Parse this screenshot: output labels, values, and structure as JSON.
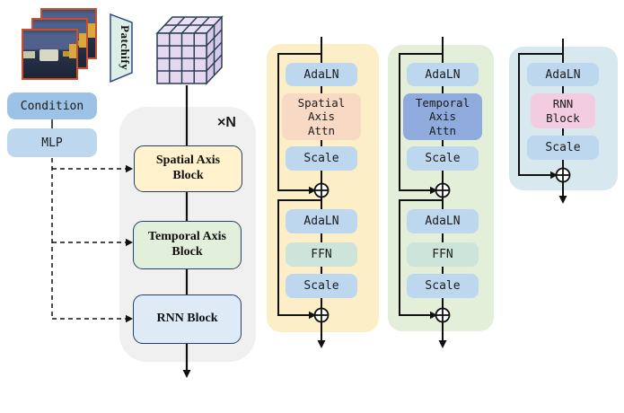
{
  "diagram": {
    "patchify": "Patchify",
    "repeat": "×N",
    "condition": "Condition",
    "mlp": "MLP",
    "left_blocks": [
      "Spatial Axis Block",
      "Temporal Axis Block",
      "RNN Block"
    ],
    "columns": [
      {
        "name": "spatial-axis-block-detail",
        "boxes": [
          "AdaLN",
          "Spatial\nAxis\nAttn",
          "Scale",
          "AdaLN",
          "FFN",
          "Scale"
        ]
      },
      {
        "name": "temporal-axis-block-detail",
        "boxes": [
          "AdaLN",
          "Temporal\nAxis\nAttn",
          "Scale",
          "AdaLN",
          "FFN",
          "Scale"
        ]
      },
      {
        "name": "rnn-block-detail",
        "boxes": [
          "AdaLN",
          "RNN\nBlock",
          "Scale"
        ]
      }
    ],
    "colors": {
      "panel_yellow": "#FCEFC8",
      "panel_green": "#E3EFD9",
      "panel_blue": "#D8E8EF",
      "panel_gray": "#F0F0F0",
      "box_light_blue": "#BDD7EE",
      "box_peach": "#F7D9C4",
      "box_periwinkle": "#8FAADC",
      "box_pink": "#F3CCE1",
      "box_sage": "#CDE4DB",
      "block_yellow": "#FFF2CC",
      "block_green": "#E2EFDA",
      "block_blue": "#DEEBF7",
      "condition_blue": "#9CC3E5",
      "cube_lavender": "#E3D8F0",
      "frame_border_orange": "#CB4F2D",
      "outline_navy": "#24416B",
      "line_black": "#111111"
    }
  }
}
